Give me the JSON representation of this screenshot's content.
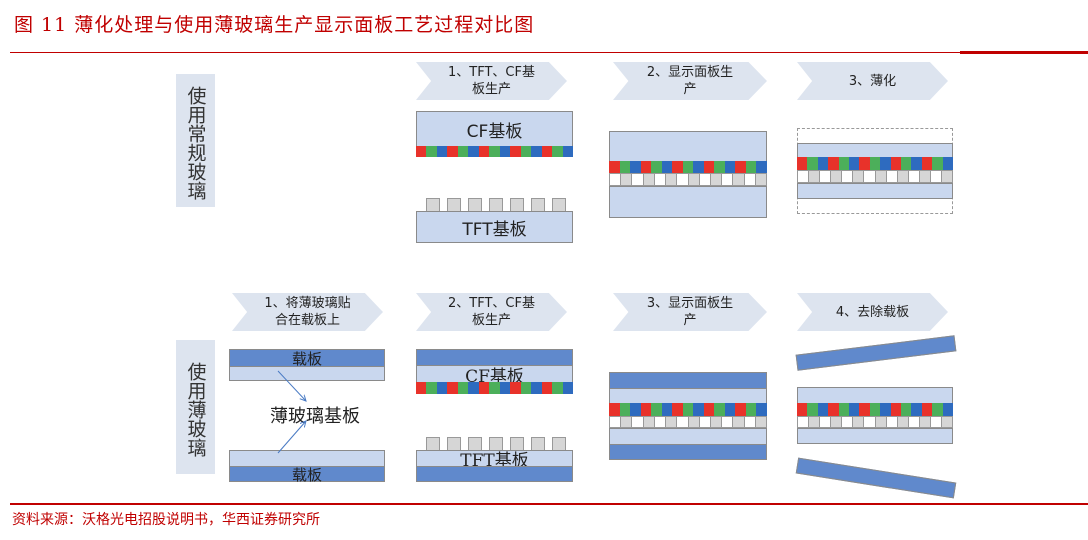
{
  "title": "图 11  薄化处理与使用薄玻璃生产显示面板工艺过程对比图",
  "source": "资料来源：沃格光电招股说明书，华西证券研究所",
  "colors": {
    "red": "#e8322a",
    "green": "#4caf5a",
    "blue": "#2e6bbf",
    "accent": "#c00000"
  },
  "row_labels": [
    "使用常规玻璃",
    "使用薄玻璃"
  ],
  "row1_steps": [
    "1、TFT、CF基板生产",
    "2、显示面板生产",
    "3、薄化"
  ],
  "row2_steps": [
    "1、将薄玻璃贴合在载板上",
    "2、TFT、CF基板生产",
    "3、显示面板生产",
    "4、去除载板"
  ],
  "labels": {
    "cf": "CF基板",
    "tft": "TFT基板",
    "carrier": "载板",
    "thin_glass": "薄玻璃基板"
  }
}
